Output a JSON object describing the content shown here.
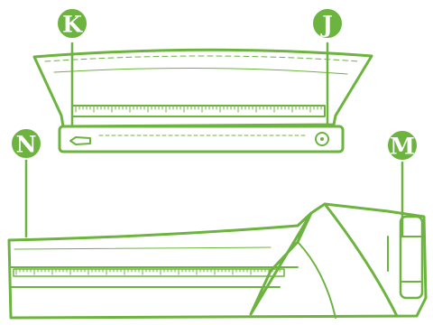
{
  "diagram": {
    "accent_color": "#6db33f",
    "background_color": "#ffffff",
    "callouts": [
      {
        "id": "K",
        "label": "K"
      },
      {
        "id": "J",
        "label": "J"
      },
      {
        "id": "N",
        "label": "N"
      },
      {
        "id": "M",
        "label": "M"
      }
    ],
    "icons": [
      "pen-slot-icon",
      "knob-icon",
      "ruler-scale-icon"
    ]
  }
}
